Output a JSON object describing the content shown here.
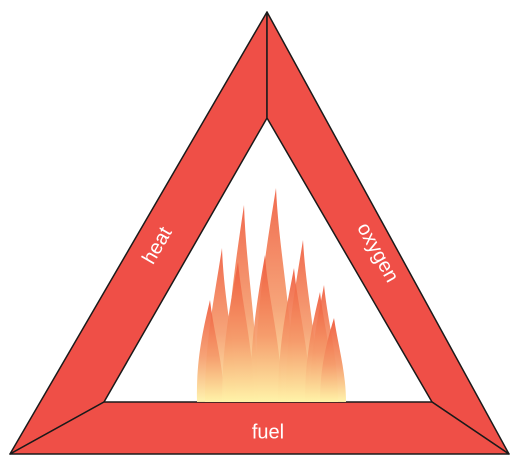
{
  "diagram": {
    "labels": {
      "heat": "heat",
      "oxygen": "oxygen",
      "fuel": "fuel"
    },
    "colors": {
      "band": "#ef4f47",
      "outline": "#1a1a1a",
      "flame_top": "#ef5a3c",
      "flame_mid": "#f59a6a",
      "flame_bottom": "#fff3a8",
      "background": "#ffffff"
    }
  }
}
